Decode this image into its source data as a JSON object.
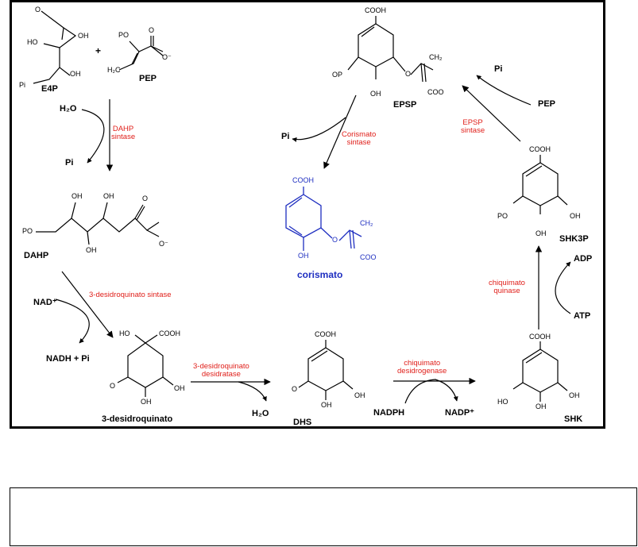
{
  "colors": {
    "enzyme": "#e0201b",
    "highlight": "#1e2ec0",
    "line": "#000000"
  },
  "compounds": {
    "e4p": "E4P",
    "pep": "PEP",
    "plus": "+",
    "dahp": "DAHP",
    "dhq": "3-desidroquinato",
    "dhs": "DHS",
    "shk": "SHK",
    "shk3p": "SHK3P",
    "epsp": "EPSP",
    "corismato": "corismato"
  },
  "cofactors": {
    "h2o_1": "H₂O",
    "pi_1": "Pi",
    "nad": "NAD⁺",
    "nadh_pi": "NADH + Pi",
    "h2o_2": "H₂O",
    "nadph": "NADPH",
    "nadp": "NADP⁺",
    "atp": "ATP",
    "adp": "ADP",
    "pep_2": "PEP",
    "pi_2": "Pi",
    "pi_3": "Pi"
  },
  "enzymes": {
    "dahp_sintase": [
      "DAHP",
      "sintase"
    ],
    "dhq_sintase": "3-desidroquinato sintase",
    "dhq_desidratase": [
      "3-desidroquinato",
      "desidratase"
    ],
    "chiq_desidrogenase": [
      "chiquimato",
      "desidrogenase"
    ],
    "chiq_quinase": [
      "chiquimato",
      "quinase"
    ],
    "epsp_sintase": [
      "EPSP",
      "sintase"
    ],
    "corismato_sintase": [
      "Corismato",
      "sintase"
    ]
  },
  "atoms": {
    "e4p": {
      "o": "O",
      "ho1": "HO",
      "oh1": "OH",
      "oh2": "OH",
      "pi": "Pi"
    },
    "pep": {
      "po": "PO",
      "o": "O",
      "h2c": "H₂C",
      "om": "O⁻"
    },
    "dahp": {
      "oh1": "OH",
      "oh2": "OH",
      "o": "O",
      "om": "O⁻",
      "po": "PO",
      "oh3": "OH"
    },
    "dhq": {
      "ho": "HO",
      "cooh": "COOH",
      "o": "O",
      "oh1": "OH",
      "oh2": "OH"
    },
    "dhs": {
      "cooh": "COOH",
      "o": "O",
      "oh1": "OH",
      "oh2": "OH"
    },
    "shk": {
      "cooh": "COOH",
      "ho": "HO",
      "oh1": "OH",
      "oh2": "OH"
    },
    "shk3p": {
      "cooh": "COOH",
      "po": "PO",
      "oh1": "OH",
      "oh2": "OH"
    },
    "epsp": {
      "cooh": "COOH",
      "ch2": "CH₂",
      "op": "OP",
      "o": "O",
      "oh": "OH",
      "coo": "COO"
    },
    "corismato": {
      "cooh": "COOH",
      "ch2": "CH₂",
      "o": "O",
      "oh": "OH",
      "coo": "COO"
    }
  }
}
